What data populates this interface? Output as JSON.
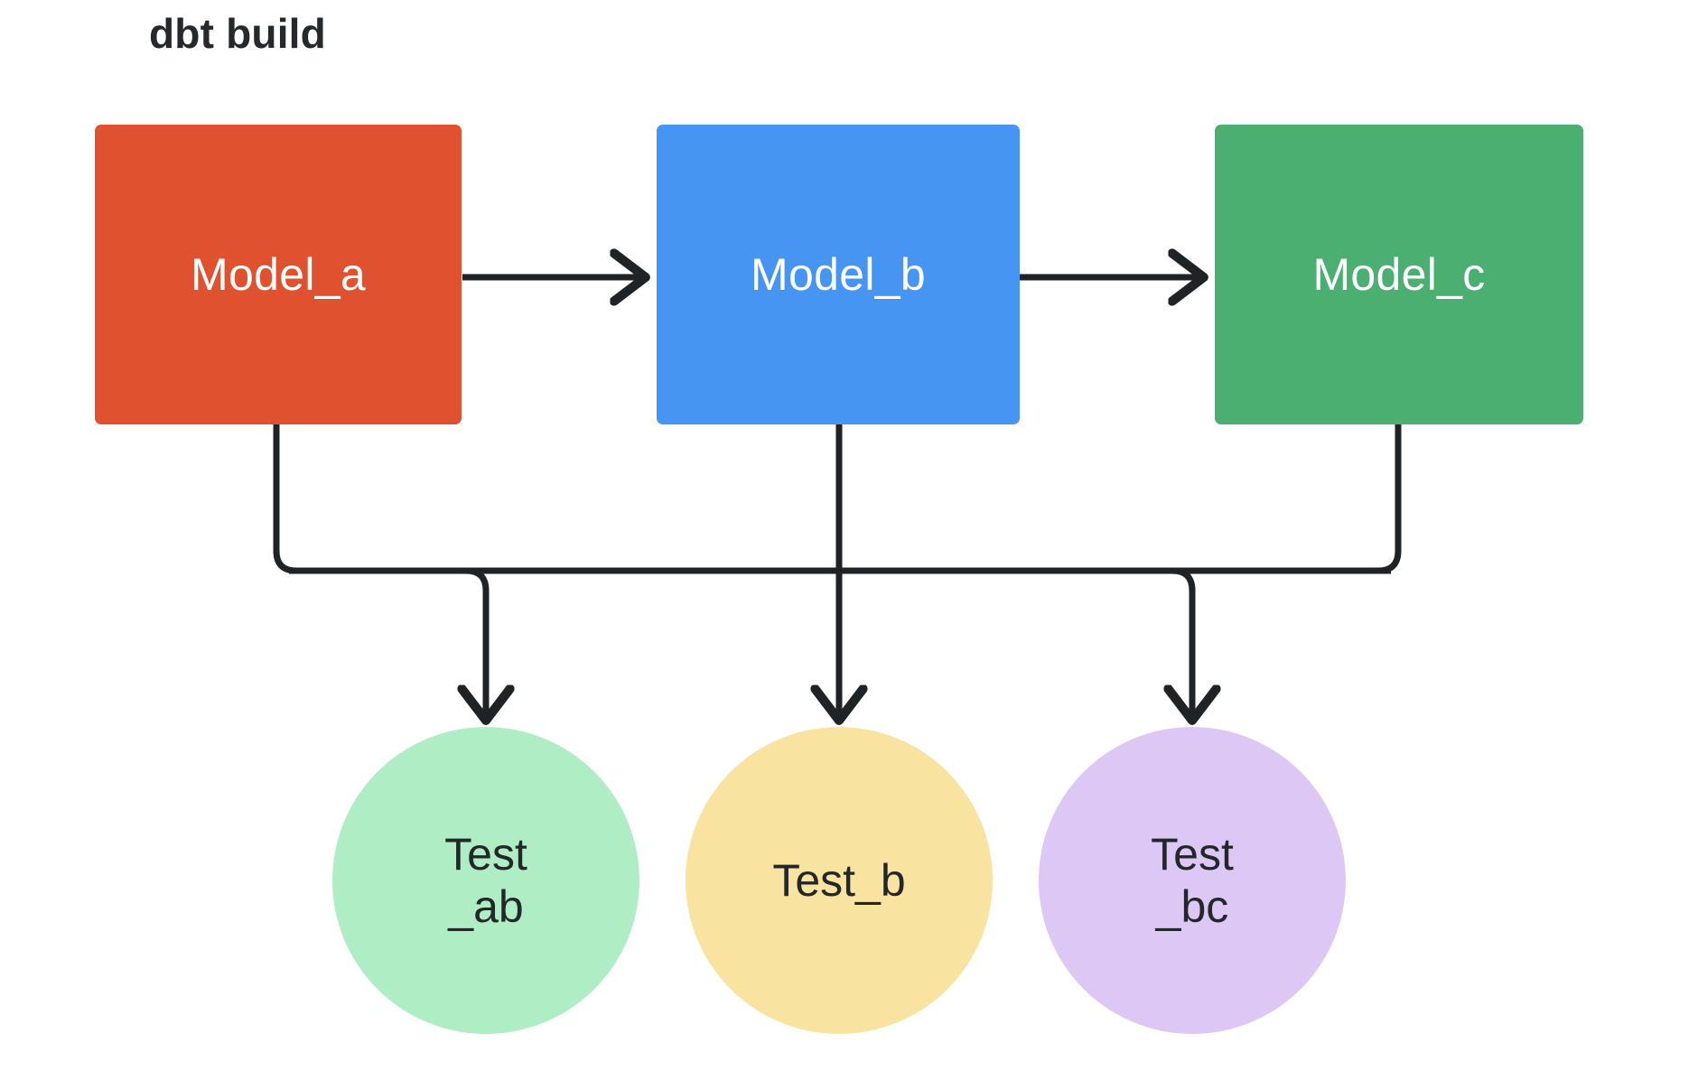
{
  "title": "dbt build",
  "colors": {
    "model_a": "#E0512F",
    "model_b": "#4795F2",
    "model_c": "#4CAF72",
    "test_ab": "#AFEEC4",
    "test_b": "#F8E3A0",
    "test_bc": "#DDC8F5",
    "edge": "#1F2326",
    "model_text": "#FFFFFF",
    "test_text": "#23272A",
    "title_text": "#26292B",
    "background": "#FFFFFF"
  },
  "models": [
    {
      "id": "model-a",
      "label": "Model_a",
      "color_key": "model_a"
    },
    {
      "id": "model-b",
      "label": "Model_b",
      "color_key": "model_b"
    },
    {
      "id": "model-c",
      "label": "Model_c",
      "color_key": "model_c"
    }
  ],
  "tests": [
    {
      "id": "test-ab",
      "label": "Test\n_ab",
      "color_key": "test_ab"
    },
    {
      "id": "test-b",
      "label": "Test_b",
      "color_key": "test_b"
    },
    {
      "id": "test-bc",
      "label": "Test\n_bc",
      "color_key": "test_bc"
    }
  ],
  "edges": [
    {
      "from": "Model_a",
      "to": "Model_b",
      "kind": "straight-arrow"
    },
    {
      "from": "Model_b",
      "to": "Model_c",
      "kind": "straight-arrow"
    },
    {
      "from": "Model_a",
      "to": "Test_ab",
      "kind": "elbow-arrow"
    },
    {
      "from": "Model_b",
      "to": "Test_b",
      "kind": "straight-arrow"
    },
    {
      "from": "Model_b",
      "to": "Test_ab",
      "kind": "elbow-arrow"
    },
    {
      "from": "Model_b",
      "to": "Test_bc",
      "kind": "elbow-arrow"
    },
    {
      "from": "Model_c",
      "to": "Test_bc",
      "kind": "elbow-arrow"
    }
  ]
}
